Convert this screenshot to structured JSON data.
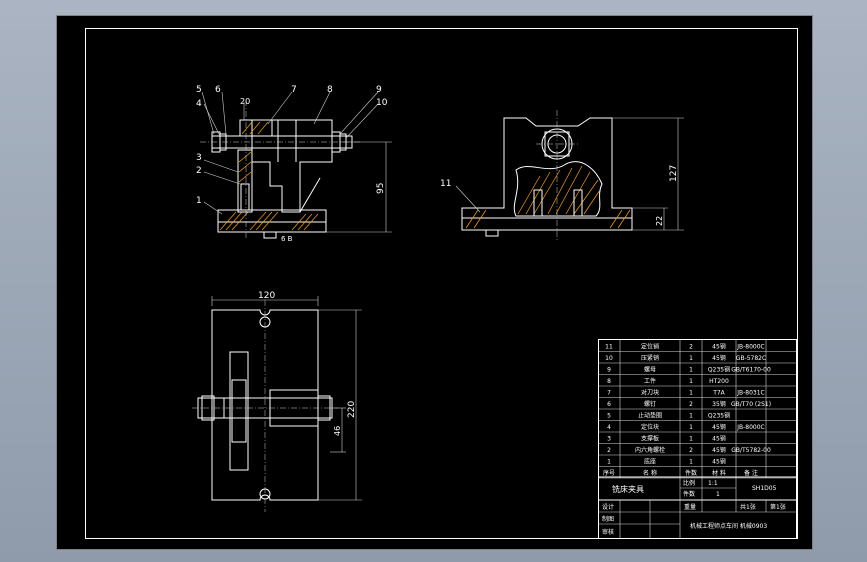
{
  "viewport_bg": "#9aa6b6",
  "sheet_bg": "#000000",
  "line_color": "#ffffff",
  "hatch_color": "#ffa200",
  "front_view": {
    "callouts": [
      "5",
      "6",
      "20",
      "7",
      "8",
      "9",
      "10",
      "4",
      "3",
      "2",
      "1"
    ],
    "dims": {
      "height": "95",
      "bottom_note": "6 B"
    }
  },
  "side_view": {
    "callouts": [
      "11"
    ],
    "dims": {
      "height": "127",
      "base": "22"
    }
  },
  "top_view": {
    "dims": {
      "width": "120",
      "height": "220",
      "offset": "46"
    }
  },
  "bom": {
    "rows": [
      [
        "11",
        "定位销",
        "2",
        "45钢",
        "JB-8000C",
        ""
      ],
      [
        "10",
        "压紧销",
        "1",
        "45钢",
        "GB-5782C",
        ""
      ],
      [
        "9",
        "螺母",
        "1",
        "Q235钢",
        "GB/T6170-00",
        ""
      ],
      [
        "8",
        "工件",
        "1",
        "HT200",
        "",
        ""
      ],
      [
        "7",
        "对刀块",
        "1",
        "T7A",
        "JB-8031C",
        ""
      ],
      [
        "6",
        "螺钉",
        "2",
        "35钢",
        "GB/T70 (2S1)",
        ""
      ],
      [
        "5",
        "止动垫圈",
        "1",
        "Q235钢",
        "",
        ""
      ],
      [
        "4",
        "定位块",
        "1",
        "45钢",
        "JB-8000C",
        ""
      ],
      [
        "3",
        "支撑板",
        "1",
        "45钢",
        "",
        ""
      ],
      [
        "2",
        "内六角螺栓",
        "2",
        "45钢",
        "GB/T5782-00",
        ""
      ],
      [
        "1",
        "底座",
        "1",
        "45钢",
        "",
        ""
      ]
    ],
    "header": [
      "序号",
      "名   称",
      "件数",
      "材  料",
      "备   注"
    ],
    "title": "铣床夹具",
    "scale_label": "比例",
    "scale_value": "1:1",
    "qty_label": "件数",
    "qty_value": "1",
    "drawing_no": "SH1D05",
    "sheets_total": "共1张",
    "sheet_no": "第1张",
    "design_label": "设计",
    "draw_label": "制图",
    "review_label": "审核",
    "weight_label": "重量",
    "school": "机械工程师点车间 机械0903"
  }
}
